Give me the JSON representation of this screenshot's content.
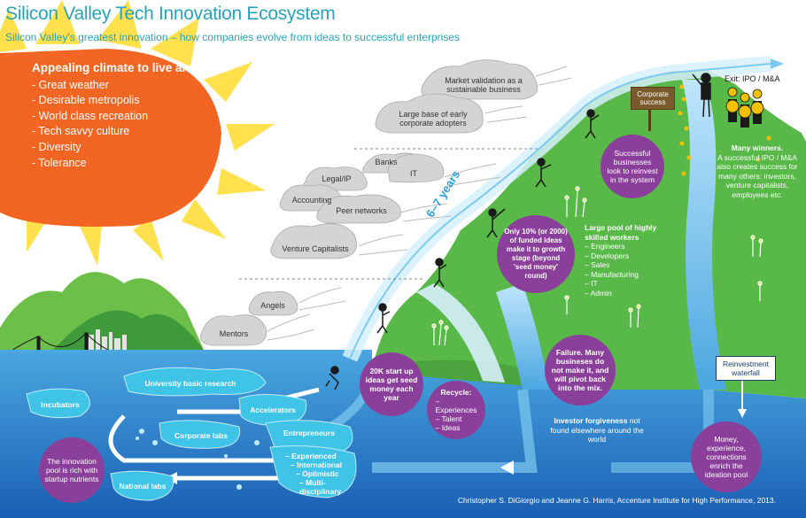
{
  "title": "Silicon Valley Tech Innovation Ecosystem",
  "subtitle": "Silicon Valley's greatest innovation – how companies evolve from ideas to successful enterprises",
  "climate": {
    "heading": "Appealing climate to live and work",
    "items": [
      "- Great weather",
      "- Desirable metropolis",
      "- World class recreation",
      "- Tech savvy culture",
      "- Diversity",
      "- Tolerance"
    ]
  },
  "clouds": {
    "market_validation": "Market validation as a sustainable business",
    "adopters": "Large base of early corporate adopters",
    "banks": "Banks",
    "it": "IT",
    "legal": "Legal/IP",
    "accounting": "Accounting",
    "peer": "Peer networks",
    "vc": "Venture Capitalists",
    "angels": "Angels",
    "mentors": "Mentors"
  },
  "years_label": "6–7 years",
  "corporate_success": "Corporate success",
  "exit_label": "Exit: IPO / M&A",
  "many_winners": {
    "heading": "Many winners.",
    "body": "A successful IPO / M&A also creates success for many others: investors, venture capitalists, employees etc."
  },
  "bubbles": {
    "reinvest": "Successful businesses look to reinvest in the system",
    "ten_percent": "Only 10% (or 2000) of funded ideas make it to growth stage (beyond 'seed money' round)",
    "twenty_k": "20K start up ideas get seed money each year",
    "failure": "Failure. Many busineses do not make it, and will pivot back into the mix.",
    "recycle_heading": "Recycle:",
    "recycle_items": [
      "– Experiences",
      "– Talent",
      "– Ideas"
    ],
    "money": "Money, experience, connections enrich the ideation pool",
    "pool": "The innovation pool is rich with startup nutrients"
  },
  "skilled": {
    "heading": "Large pool of highly skilled workers",
    "items": [
      "– Engineers",
      "– Developers",
      "– Sales",
      "– Manufacturing",
      "– IT",
      "– Admin"
    ]
  },
  "investor_forgiveness": {
    "bold": "Investor forgiveness",
    "rest": " not found elsewhere around the world"
  },
  "reinvestment_waterfall": "Reinvestment waterfall",
  "pools": {
    "university": "University basic research",
    "incubators": "Incubators",
    "accelerators": "Accelerators",
    "corporate_labs": "Corporate labs",
    "entrepreneurs": "Entrepreneurs",
    "national_labs": "National labs"
  },
  "entrepreneur_traits": [
    "– Experienced",
    "– International",
    "– Optimistic",
    "– Multi-disciplinary"
  ],
  "credit": "Christopher S. DiGiorgio and Jeanne G. Harris, Accenture Institute for High Performance, 2013.",
  "colors": {
    "title": "#2aa3b8",
    "sun": "#f26522",
    "sun_rays": "#ffe14d",
    "bubble": "#8a3f9a",
    "water": "#1f74c4",
    "land": "#58b848",
    "cloud": "#cccccc",
    "pool": "#3fc4e8"
  }
}
